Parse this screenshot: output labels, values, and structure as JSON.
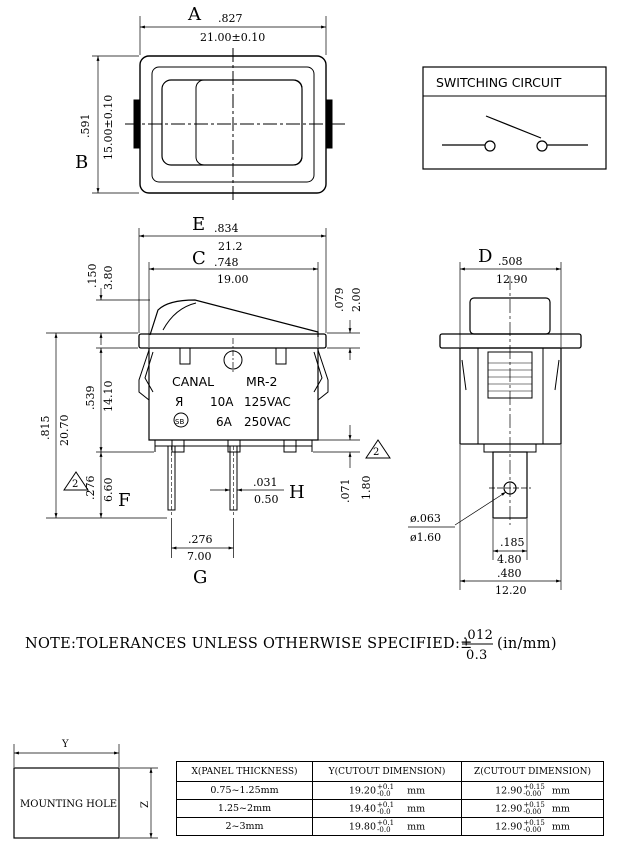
{
  "labels": {
    "A": "A",
    "B": "B",
    "C": "C",
    "D": "D",
    "E": "E",
    "F": "F",
    "G": "G",
    "H": "H",
    "Y": "Y",
    "Z": "Z"
  },
  "dims": {
    "A_in": ".827",
    "A_mm": "21.00±0.10",
    "B_in": ".591",
    "B_mm": "15.00±0.10",
    "E_in": ".834",
    "E_mm": "21.2",
    "C_in": ".748",
    "C_mm": "19.00",
    "D_in": ".508",
    "D_mm": "12.90",
    "top_in": ".150",
    "top_mm": "3.80",
    "r079_in": ".079",
    "r079_mm": "2.00",
    "h815_in": ".815",
    "h815_mm": "20.70",
    "h539_in": ".539",
    "h539_mm": "14.10",
    "F_in": ".276",
    "F_mm": "6.60",
    "H_in": ".031",
    "H_mm": "0.50",
    "t071_in": ".071",
    "t071_mm": "1.80",
    "G_in": ".276",
    "G_mm": "7.00",
    "dia_in": "ø.063",
    "dia_mm": "ø1.60",
    "w185_in": ".185",
    "w185_mm": "4.80",
    "w480_in": ".480",
    "w480_mm": "12.20"
  },
  "switching_circuit": {
    "title": "SWITCHING  CIRCUIT"
  },
  "body_text": {
    "brand": "CANAL",
    "model": "MR-2",
    "rating1_a": "10A",
    "rating1_v": "125VAC",
    "rating2_a": "6A",
    "rating2_v": "250VAC",
    "ul_mark": "Я",
    "tuv_mark": "SB"
  },
  "markers": {
    "tri2": "2"
  },
  "note": {
    "prefix": "NOTE:TOLERANCES  UNLESS  OTHERWISE  SPECIFIED:±",
    "frac_top": ".012",
    "frac_bottom": "0.3",
    "suffix": "(in/mm)"
  },
  "mounting": {
    "hole_label": "MOUNTING  HOLE",
    "headers": [
      "X(PANEL  THICKNESS)",
      "Y(CUTOUT  DIMENSION)",
      "Z(CUTOUT  DIMENSION)"
    ],
    "unit": "mm",
    "rows": [
      {
        "x": "0.75~1.25mm",
        "y": "19.20",
        "y_plus": "+0.1",
        "y_minus": "-0.0",
        "z": "12.90",
        "z_plus": "+0.15",
        "z_minus": "-0.00"
      },
      {
        "x": "1.25~2mm",
        "y": "19.40",
        "y_plus": "+0.1",
        "y_minus": "-0.0",
        "z": "12.90",
        "z_plus": "+0.15",
        "z_minus": "-0.00"
      },
      {
        "x": "2~3mm",
        "y": "19.80",
        "y_plus": "+0.1",
        "y_minus": "-0.0",
        "z": "12.90",
        "z_plus": "+0.15",
        "z_minus": "-0.00"
      }
    ]
  }
}
